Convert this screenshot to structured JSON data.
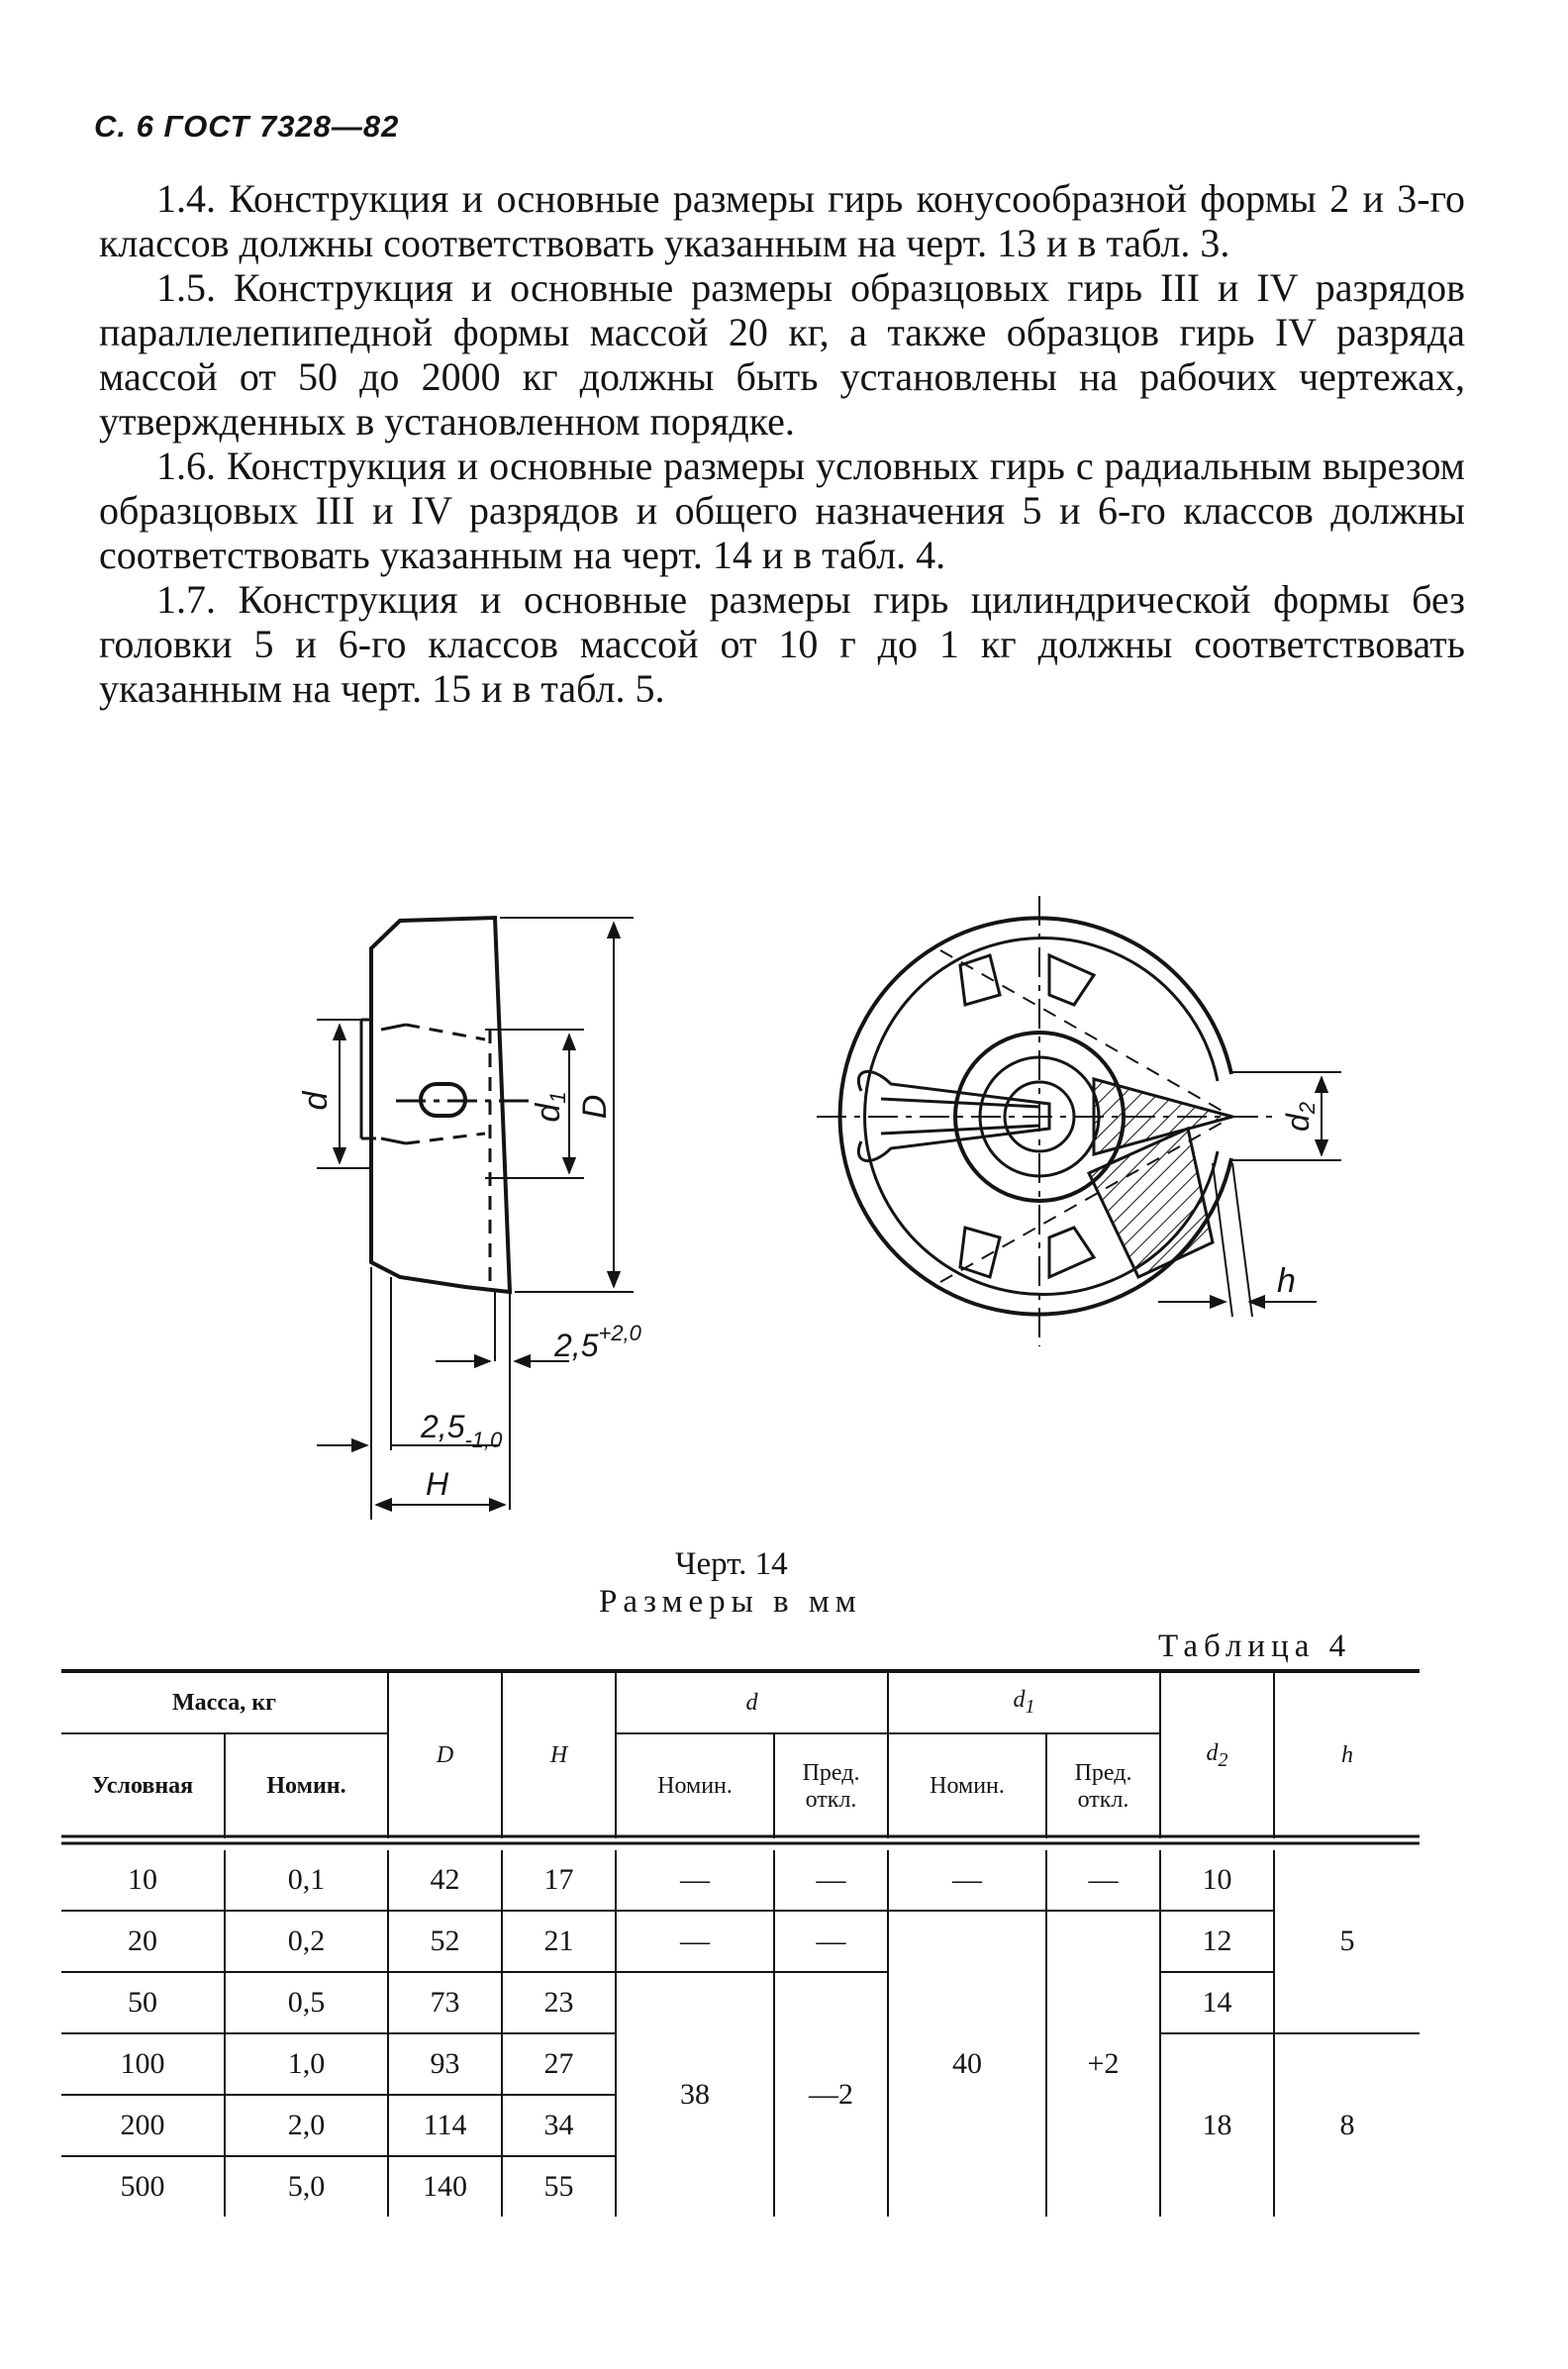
{
  "header": "С. 6 ГОСТ 7328—82",
  "paragraphs": [
    "1.4. Конструкция и основные размеры гирь конусообразной формы 2 и 3-го классов должны соответствовать указанным на черт. 13 и в табл. 3.",
    "1.5. Конструкция и основные размеры образцовых гирь III и IV разрядов параллелепипедной формы массой 20 кг, а также образцов гирь IV разряда массой от 50 до 2000 кг должны быть установлены на рабочих чертежах, утвержденных в установленном порядке.",
    "1.6. Конструкция и основные размеры условных гирь с радиальным вырезом образцовых III и IV разрядов и общего назначения 5 и 6-го классов должны соответствовать указанным на черт. 14 и в табл. 4.",
    "1.7. Конструкция и основные размеры гирь цилиндрической формы без головки 5 и 6-го классов массой от 10 г до 1 кг должны соответствовать указанным на черт. 15 и в табл. 5."
  ],
  "drawing": {
    "labels": {
      "d": "d",
      "d1": "d",
      "d1_sub": "1",
      "D": "D",
      "H": "H",
      "t1": "2,5",
      "t1_tol": "+2,0",
      "t2": "2,5",
      "t2_tol": "-1,0",
      "d2": "d",
      "d2_sub": "2",
      "h": "h"
    },
    "caption": "Черт. 14",
    "units": "Размеры в мм"
  },
  "table": {
    "label": "Таблица 4",
    "headers": {
      "mass": "Масса, кг",
      "cond": "Условная",
      "nom": "Номин.",
      "D": "D",
      "H": "H",
      "d": "d",
      "d1": "d",
      "d1_sub": "1",
      "d_nom": "Номин.",
      "d_dev": "Пред. откл.",
      "d1_nom": "Номин.",
      "d1_dev": "Пред. откл.",
      "d2": "d",
      "d2_sub": "2",
      "h": "h"
    },
    "rows": [
      {
        "cond": "10",
        "nom": "0,1",
        "D": "42",
        "H": "17",
        "d_nom": "—",
        "d_dev": "—",
        "d1_nom": "—",
        "d1_dev": "—",
        "d2": "10"
      },
      {
        "cond": "20",
        "nom": "0,2",
        "D": "52",
        "H": "21",
        "d_nom": "—",
        "d_dev": "—",
        "d2": "12"
      },
      {
        "cond": "50",
        "nom": "0,5",
        "D": "73",
        "H": "23",
        "d2": "14"
      },
      {
        "cond": "100",
        "nom": "1,0",
        "D": "93",
        "H": "27"
      },
      {
        "cond": "200",
        "nom": "2,0",
        "D": "114",
        "H": "34"
      },
      {
        "cond": "500",
        "nom": "5,0",
        "D": "140",
        "H": "55"
      }
    ],
    "merged": {
      "d_nom": "38",
      "d_dev": "—2",
      "d1_nom": "40",
      "d1_dev": "+2",
      "d2_bottom": "18",
      "h_top": "5",
      "h_bottom": "8"
    }
  }
}
